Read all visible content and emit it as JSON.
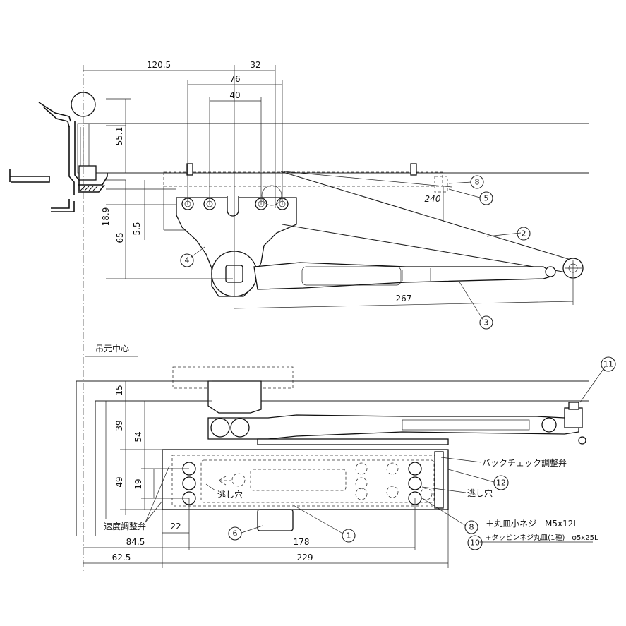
{
  "dimensions": {
    "d120_5": "120.5",
    "d32": "32",
    "d76": "76",
    "d40": "40",
    "d55_1": "55.1",
    "d18_9": "18.9",
    "d65": "65",
    "d5_5": "5.5",
    "d240": "240",
    "d267": "267",
    "d15": "15",
    "d39": "39",
    "d54": "54",
    "d49": "49",
    "d19": "19",
    "d22": "22",
    "d84_5": "84.5",
    "d178": "178",
    "d62_5": "62.5",
    "d229": "229"
  },
  "labels": {
    "hinge_center": "吊元中心",
    "back_check_valve": "バックチェック調整弁",
    "relief_hole_left": "逃し穴",
    "relief_hole_right": "逃し穴",
    "speed_valve": "速度調整弁",
    "screw_m5": "＋丸皿小ネジ　M5x12L",
    "screw_tapping": "+タッピンネジ丸皿(1種)　φ5x25L"
  },
  "balloons": [
    "1",
    "2",
    "3",
    "4",
    "5",
    "6",
    "8",
    "10",
    "11",
    "12"
  ]
}
